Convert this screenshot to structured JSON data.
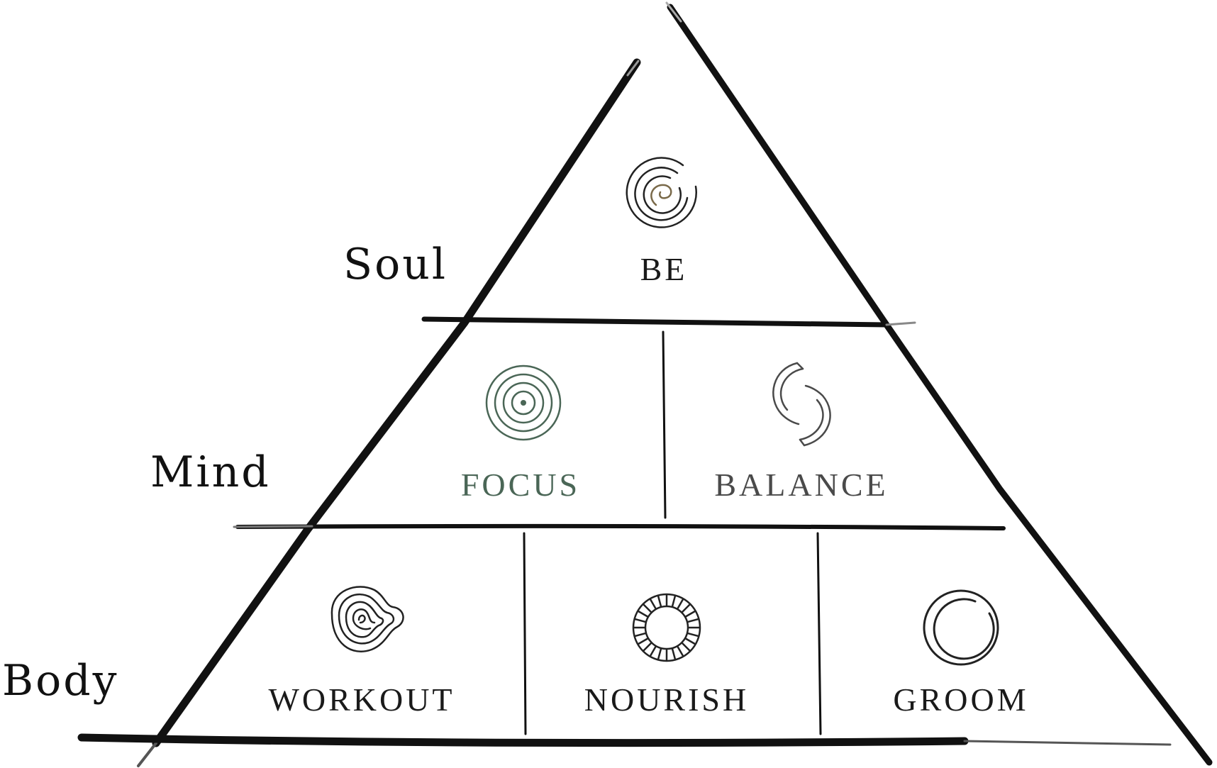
{
  "tiers": {
    "soul": {
      "label": "Soul"
    },
    "mind": {
      "label": "Mind"
    },
    "body": {
      "label": "Body"
    }
  },
  "cells": {
    "be": {
      "label": "BE",
      "icon": "spiral-icon"
    },
    "focus": {
      "label": "FOCUS",
      "icon": "concentric-circles-icon"
    },
    "balance": {
      "label": "BALANCE",
      "icon": "cycle-arrows-icon"
    },
    "workout": {
      "label": "WORKOUT",
      "icon": "maze-spiral-icon"
    },
    "nourish": {
      "label": "NOURISH",
      "icon": "sun-ring-icon"
    },
    "groom": {
      "label": "GROOM",
      "icon": "double-ring-icon"
    }
  },
  "colors": {
    "ink": "#111111",
    "focus_green": "#4a6656",
    "balance_gray": "#4a4a4a",
    "be_accent": "#7a6a4a"
  }
}
